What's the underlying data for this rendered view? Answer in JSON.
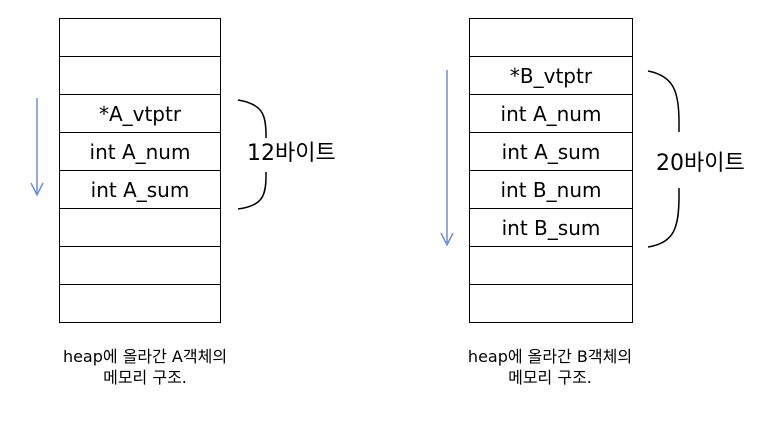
{
  "left_diagram": {
    "cells": [
      "",
      "",
      "*A_vtptr",
      "int A_num",
      "int A_sum",
      "",
      "",
      ""
    ],
    "size_label": "12바이트",
    "caption_line1": "heap에 올라간 A객체의",
    "caption_line2": "메모리 구조."
  },
  "right_diagram": {
    "cells": [
      "",
      "*B_vtptr",
      "int A_num",
      "int A_sum",
      "int B_num",
      "int B_sum",
      "",
      ""
    ],
    "size_label": "20바이트",
    "caption_line1": "heap에 올라간 B객체의",
    "caption_line2": "메모리 구조."
  },
  "colors": {
    "arrow": "#6d8ed6",
    "border": "#000000"
  }
}
